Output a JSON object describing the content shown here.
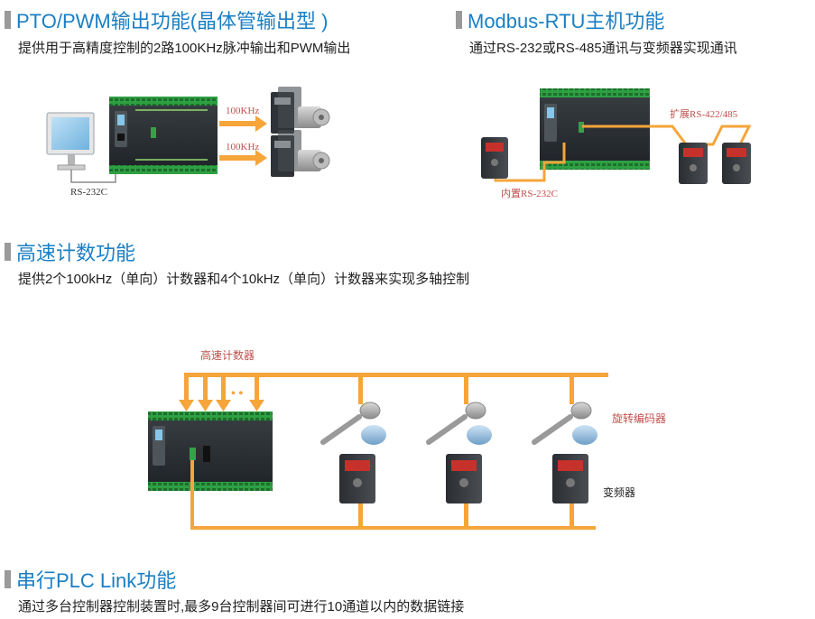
{
  "sections": [
    {
      "title": "PTO/PWM输出功能(晶体管输出型 )",
      "desc": "提供用于高精度控制的2路100KHz脉冲输出和PWM输出",
      "labels": {
        "pulse1": "100KHz",
        "pulse2": "100KHz",
        "rs232": "RS-232C"
      }
    },
    {
      "title": "Modbus-RTU主机功能",
      "desc": "通过RS-232或RS-485通讯与变频器实现通讯",
      "labels": {
        "ext": "扩展RS-422/485",
        "builtin": "内置RS-232C"
      }
    },
    {
      "title": "高速计数功能",
      "desc": "提供2个100kHz（单向）计数器和4个10kHz（单向）计数器来实现多轴控制",
      "labels": {
        "counter": "高速计数器",
        "dots": "• •",
        "encoder": "旋转编码器",
        "inverter": "变频器"
      }
    },
    {
      "title": "串行PLC Link功能",
      "desc": "通过多台控制器控制装置时,最多9台控制器间可进行10通道以内的数据链接"
    }
  ],
  "colors": {
    "accent": "#1a7fc4",
    "wire": "#f5a53a",
    "label": "#c0504d",
    "plc": "#2b2f33"
  }
}
